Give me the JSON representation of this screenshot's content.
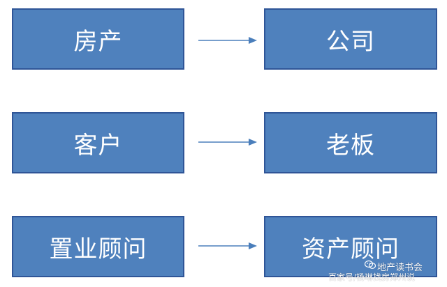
{
  "rows": [
    {
      "left": "房产",
      "right": "公司"
    },
    {
      "left": "客户",
      "right": "老板"
    },
    {
      "left": "置业顾问",
      "right": "资产顾问"
    }
  ],
  "watermark": {
    "account_name": "地产读书会",
    "source_line": "百家号/杨琳找房郑州说"
  },
  "colors": {
    "box_fill": "#4f81bd",
    "box_border": "#2f5597",
    "arrow": "#4a7ebb",
    "text": "#ffffff"
  },
  "icons": {
    "arrow": "right-arrow-icon",
    "watermark_logo": "wechat-logo-icon"
  }
}
